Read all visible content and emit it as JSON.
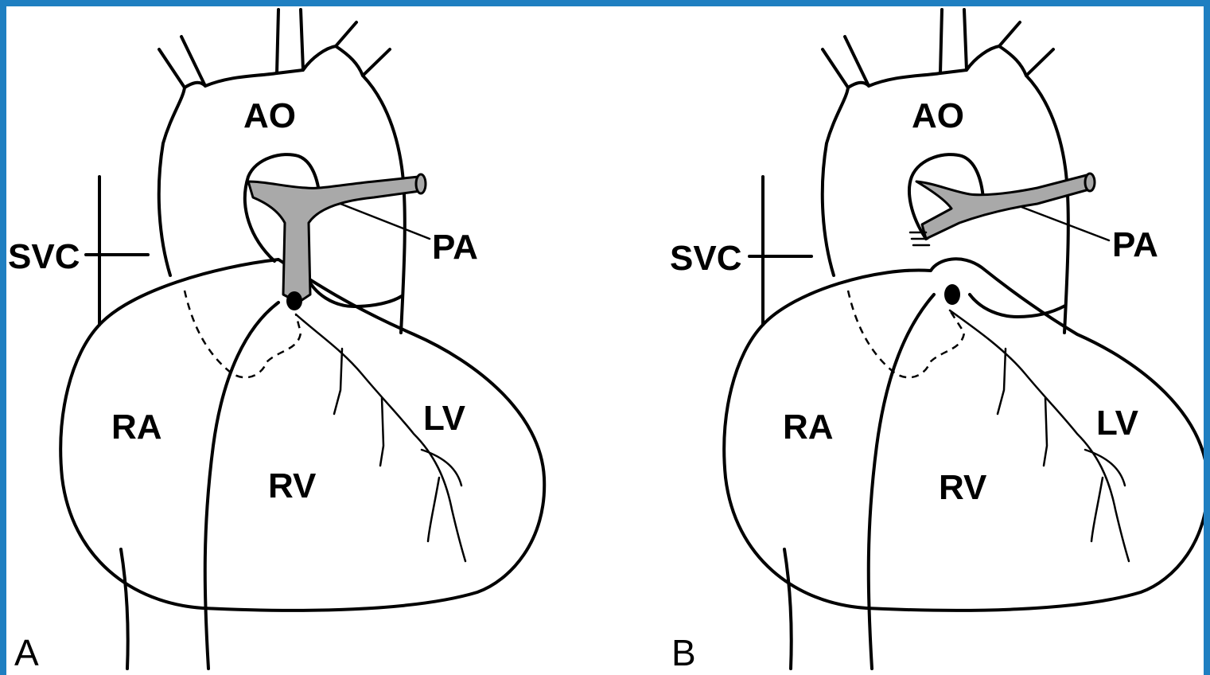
{
  "colors": {
    "frame": "#1f7fc1",
    "background": "#ffffff",
    "pulmonary_artery": "#a9a9a9"
  },
  "panels": [
    {
      "letter": "A",
      "labels": {
        "ao": "AO",
        "svc": "SVC",
        "pa": "PA",
        "ra": "RA",
        "rv": "RV",
        "lv": "LV"
      }
    },
    {
      "letter": "B",
      "labels": {
        "ao": "AO",
        "svc": "SVC",
        "pa": "PA",
        "ra": "RA",
        "rv": "RV",
        "lv": "LV"
      }
    }
  ]
}
